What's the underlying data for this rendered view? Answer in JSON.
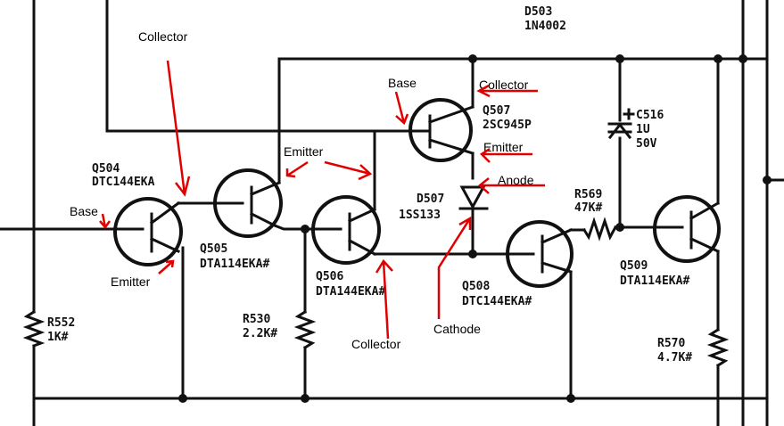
{
  "components": {
    "d503": {
      "ref": "D503",
      "value": "1N4002"
    },
    "q504": {
      "ref": "Q504",
      "value": "DTC144EKA"
    },
    "q505": {
      "ref": "Q505",
      "value": "DTA114EKA#"
    },
    "q506": {
      "ref": "Q506",
      "value": "DTA144EKA#"
    },
    "q507": {
      "ref": "Q507",
      "value": "2SC945P"
    },
    "q508": {
      "ref": "Q508",
      "value": "DTC144EKA#"
    },
    "q509": {
      "ref": "Q509",
      "value": "DTA114EKA#"
    },
    "d507": {
      "ref": "D507",
      "value": "1SS133"
    },
    "c516": {
      "ref": "C516",
      "value": "1U",
      "voltage": "50V"
    },
    "r569": {
      "ref": "R569",
      "value": "47K#"
    },
    "r552": {
      "ref": "R552",
      "value": "1K#"
    },
    "r530": {
      "ref": "R530",
      "value": "2.2K#"
    },
    "r570": {
      "ref": "R570",
      "value": "4.7K#"
    }
  },
  "annotations": {
    "collector_q504": "Collector",
    "base_q504": "Base",
    "emitter_q504": "Emitter",
    "emitter_q505_q506": "Emitter",
    "collector_q506": "Collector",
    "base_q507": "Base",
    "collector_q507": "Collector",
    "emitter_q507": "Emitter",
    "anode_d507": "Anode",
    "cathode_d507": "Cathode"
  },
  "colors": {
    "wire": "#111111",
    "annotation": "#e00000"
  }
}
